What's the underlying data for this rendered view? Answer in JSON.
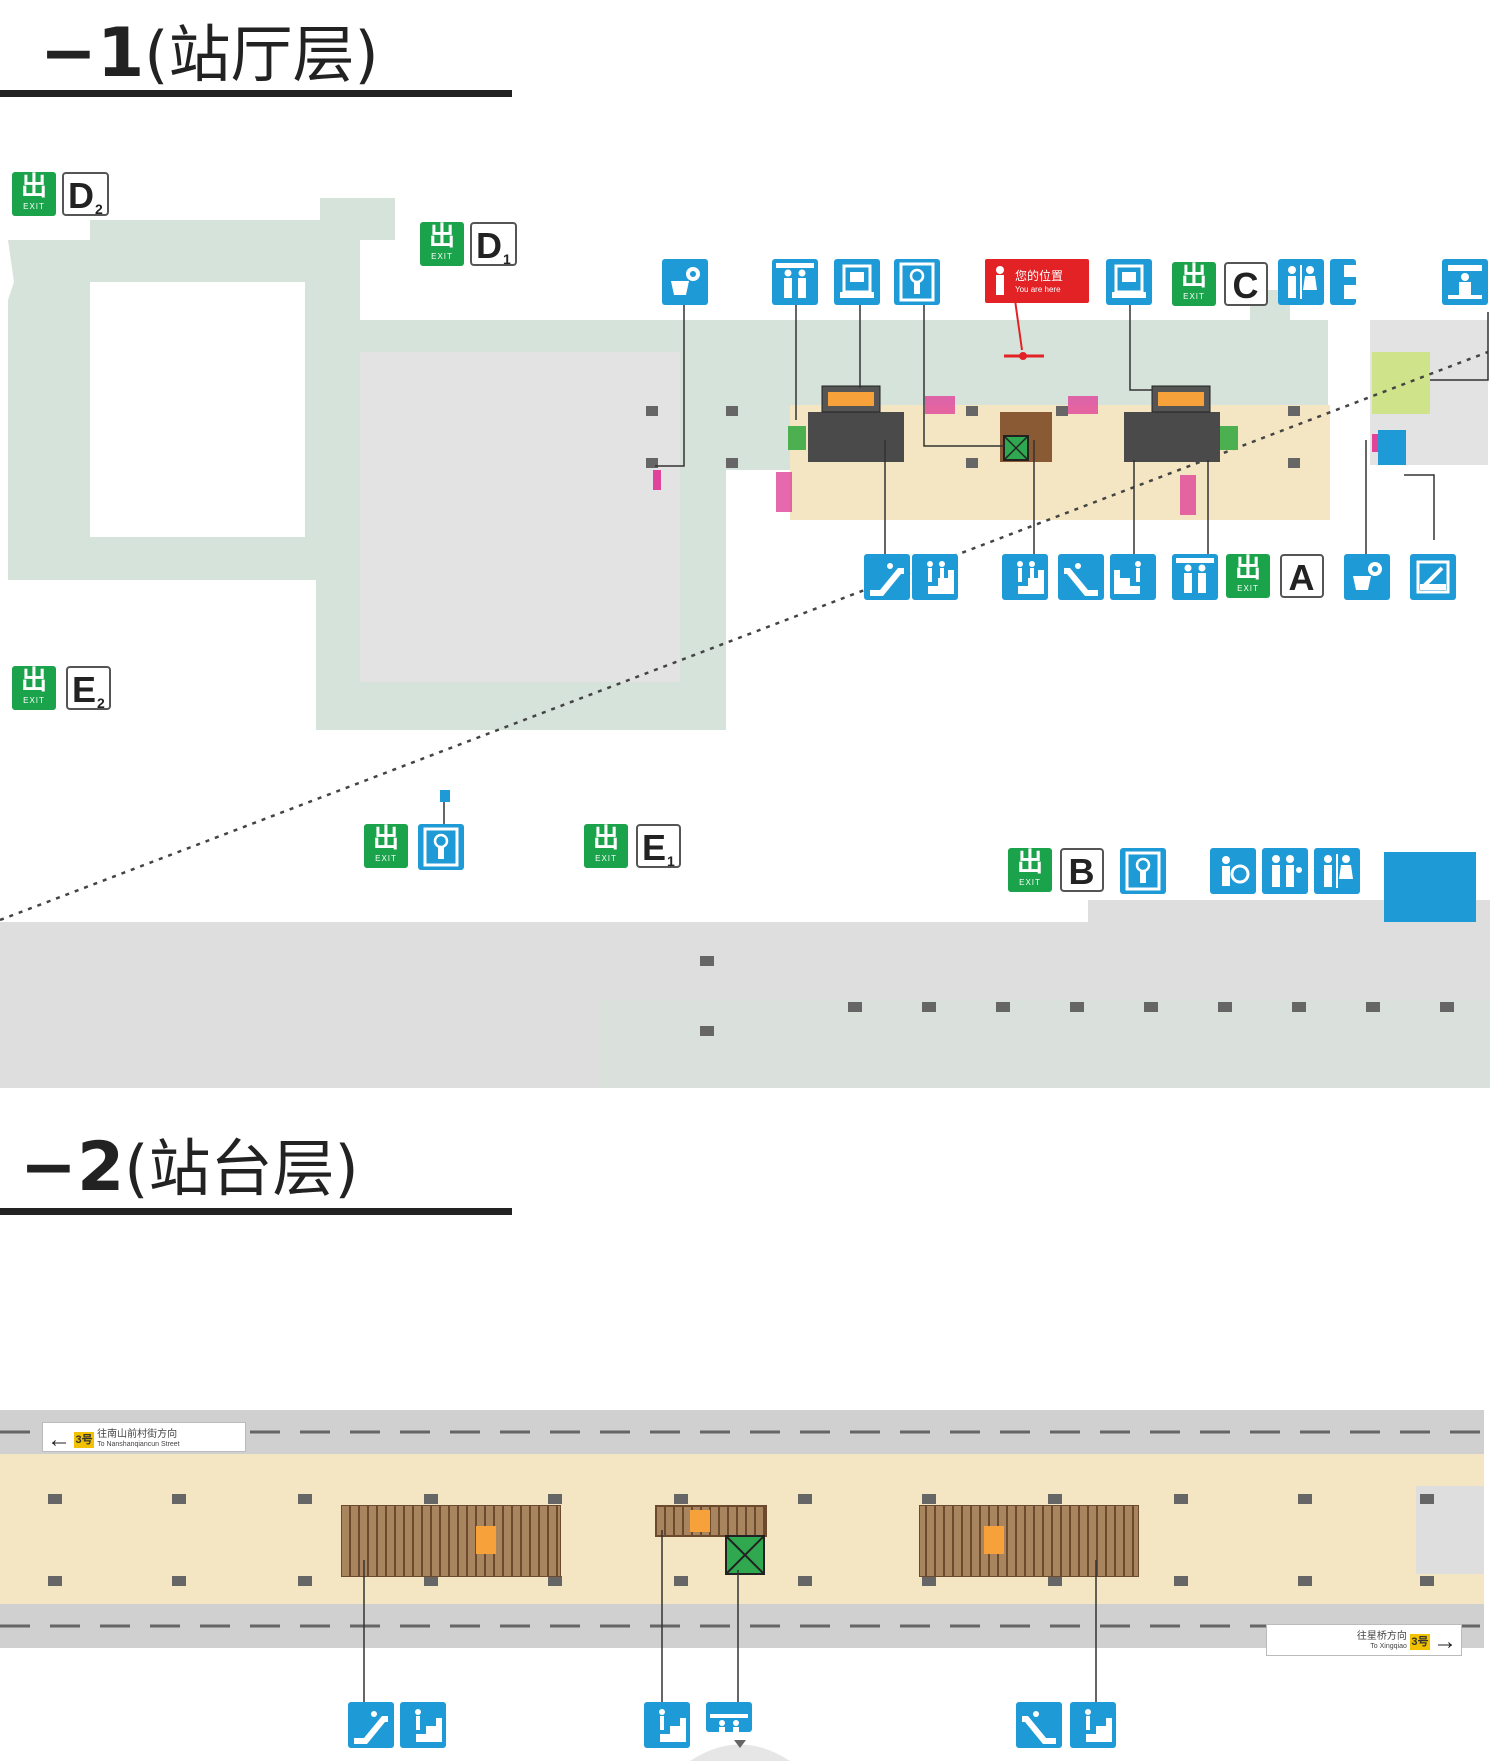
{
  "levels": {
    "upper": {
      "number": "−1",
      "name": "(站厅层)"
    },
    "lower": {
      "number": "−2",
      "name": "(站台层)"
    }
  },
  "exit_mark": {
    "zh": "出",
    "en": "EXIT"
  },
  "exits": {
    "d2": {
      "letter": "D",
      "sub": "2"
    },
    "d1": {
      "letter": "D",
      "sub": "1"
    },
    "c": {
      "letter": "C",
      "sub": ""
    },
    "a": {
      "letter": "A",
      "sub": ""
    },
    "e2": {
      "letter": "E",
      "sub": "2"
    },
    "e1": {
      "letter": "E",
      "sub": "1"
    },
    "b": {
      "letter": "B",
      "sub": ""
    }
  },
  "you_are_here": {
    "zh": "您的位置",
    "en": "You are here"
  },
  "platform": {
    "west_sign": {
      "line": "3号",
      "zh": "往南山前村街方向",
      "en": "To Nanshanqiancun Street"
    },
    "east_sign": {
      "line": "3号",
      "zh": "往星桥方向",
      "en": "To Xingqiao"
    }
  },
  "icons": [
    "customer-service-icon",
    "elevator-icon",
    "ticket-machine-icon",
    "accessible-lift-icon",
    "toilet-icon",
    "nursing-room-icon",
    "escalator-up-icon",
    "stairs-icon",
    "escalator-down-icon",
    "stairs-down-icon",
    "accessible-toilet-icon",
    "first-aid-icon",
    "elevator-room-icon"
  ],
  "colors": {
    "exit_green": "#1aa34a",
    "service_blue": "#1e9ad6",
    "concourse_green": "#d5e3db",
    "paid_area_beige": "#f5e6c3",
    "unpaid_gray": "#dedede",
    "you_are_here_red": "#e32226"
  }
}
